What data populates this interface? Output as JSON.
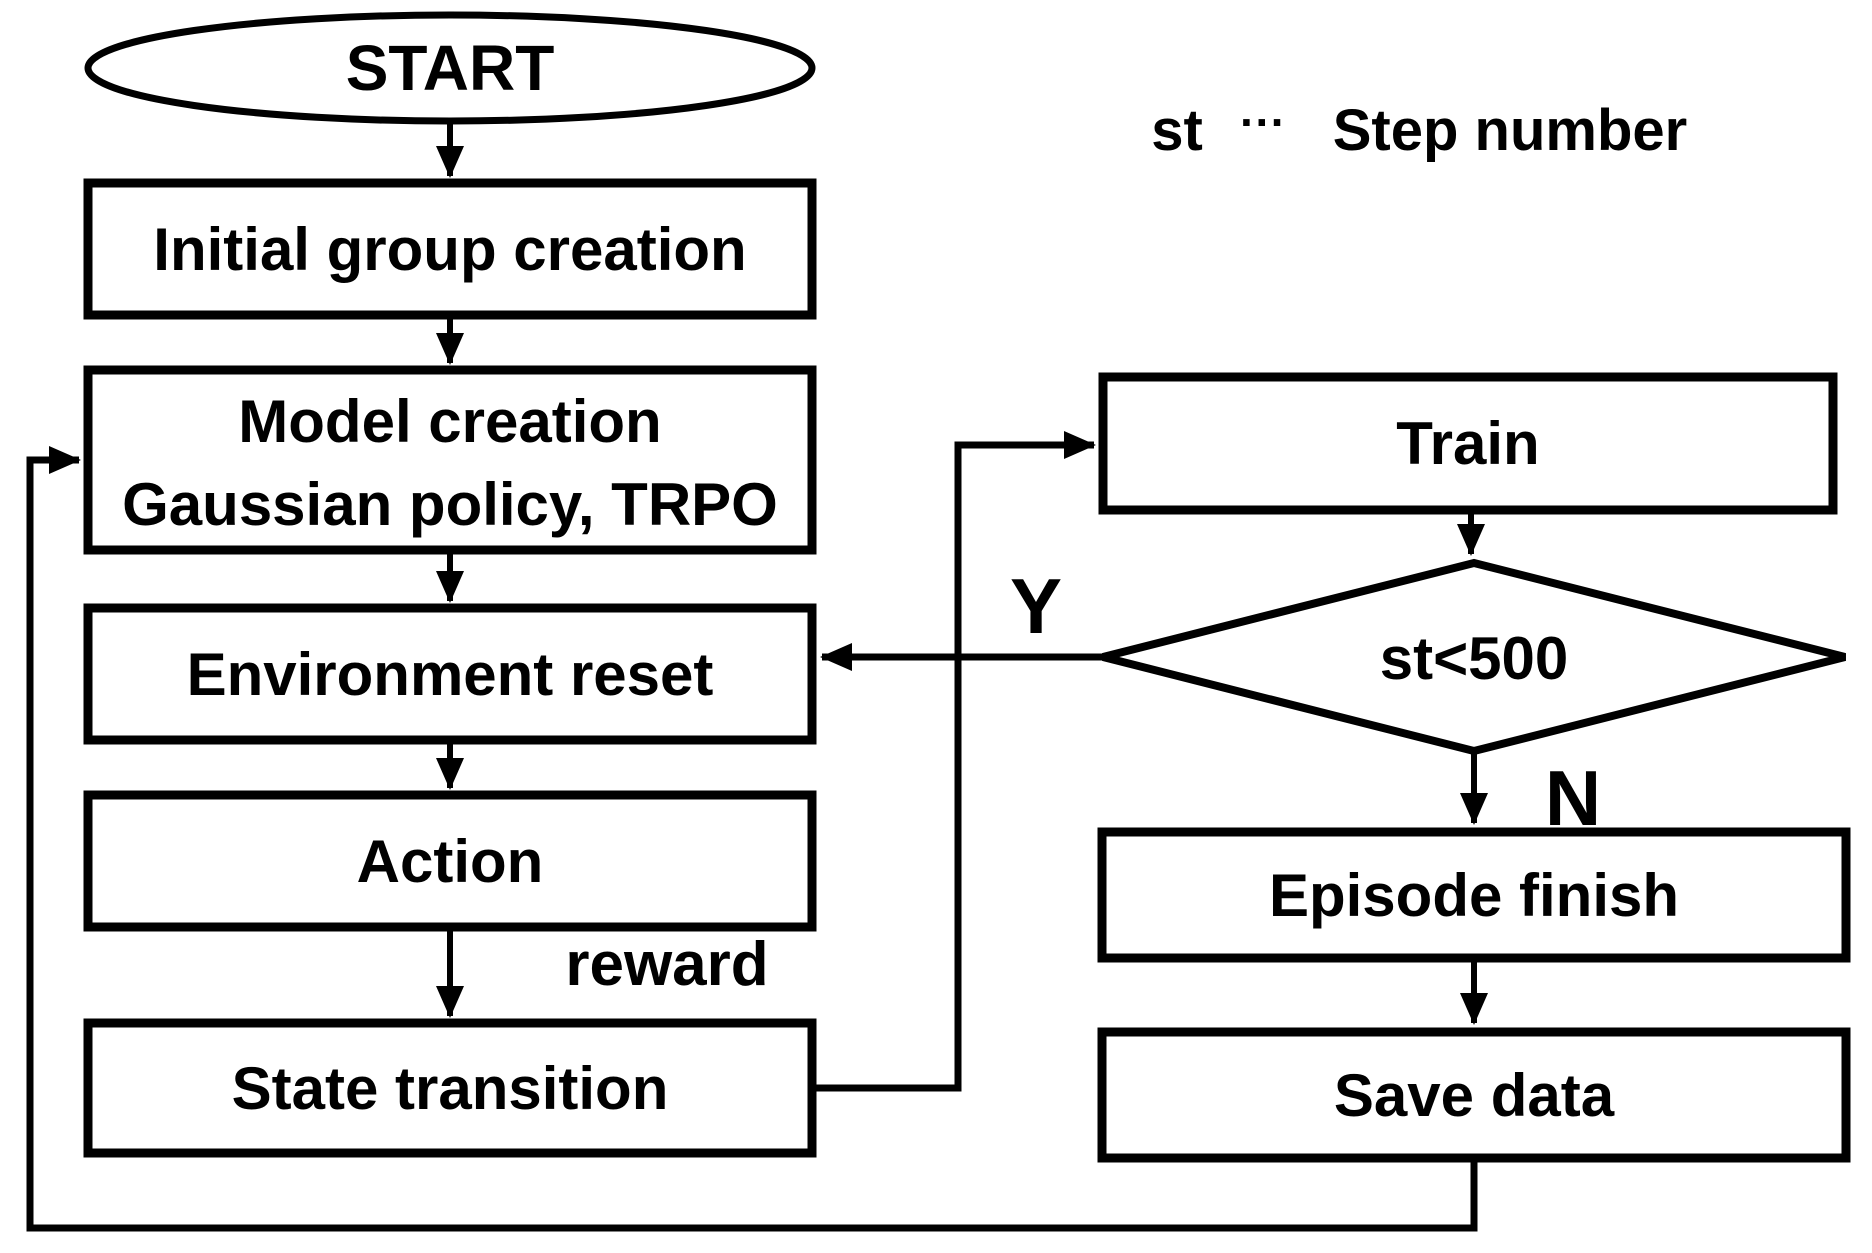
{
  "diagram": {
    "colors": {
      "background": "#ffffff",
      "line": "#000000",
      "accent_red": "#ff0000"
    },
    "legend": {
      "symbol": "st",
      "separator": "···",
      "description": "Step number"
    },
    "nodes": {
      "start": {
        "label": "START"
      },
      "initial_group_creation": {
        "label": "Initial group creation"
      },
      "model_creation": {
        "label": "Model creation",
        "sublabel": "Gaussian policy, TRPO"
      },
      "environment_reset": {
        "label": "Environment reset"
      },
      "action": {
        "label": "Action"
      },
      "state_transition": {
        "label": "State transition"
      },
      "train": {
        "label": "Train"
      },
      "step_decision": {
        "label": "st<500"
      },
      "episode_finish": {
        "label": "Episode finish"
      },
      "save_data": {
        "label": "Save data"
      }
    },
    "edge_labels": {
      "yes": "Y",
      "no": "N",
      "reward": "reward"
    }
  }
}
